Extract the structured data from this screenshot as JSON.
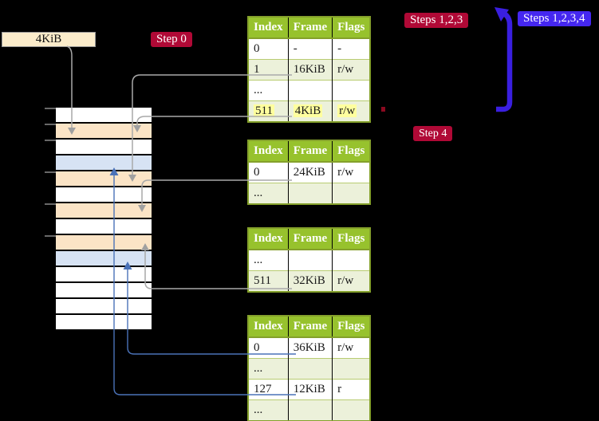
{
  "root_label": {
    "text": "4KiB"
  },
  "badges": {
    "step0": {
      "label": "Step 0",
      "color": "#b00936"
    },
    "steps123": {
      "label": "Steps 1,2,3",
      "color": "#b00936"
    },
    "steps1234": {
      "label": "Steps 1,2,3,4",
      "color": "#4527f0"
    },
    "step4": {
      "label": "Step 4",
      "color": "#b00936"
    }
  },
  "memory": {
    "rows": [
      {
        "type": "free"
      },
      {
        "type": "page-table"
      },
      {
        "type": "free"
      },
      {
        "type": "mapped"
      },
      {
        "type": "page-table"
      },
      {
        "type": "free"
      },
      {
        "type": "page-table"
      },
      {
        "type": "free"
      },
      {
        "type": "page-table"
      },
      {
        "type": "mapped"
      },
      {
        "type": "free"
      },
      {
        "type": "free"
      },
      {
        "type": "free"
      },
      {
        "type": "free"
      }
    ],
    "colors": {
      "free": "#ffffff",
      "page-table": "#fbe4c6",
      "mapped": "#d7e3f4"
    }
  },
  "tables": [
    {
      "columns": [
        "Index",
        "Frame",
        "Flags"
      ],
      "rows": [
        {
          "cells": [
            "0",
            "-",
            "-"
          ],
          "shaded": false,
          "highlight": false
        },
        {
          "cells": [
            "1",
            "16KiB",
            "r/w"
          ],
          "shaded": true,
          "highlight": false
        },
        {
          "cells": [
            "...",
            "",
            ""
          ],
          "shaded": false,
          "highlight": false
        },
        {
          "cells": [
            "511",
            "4KiB",
            "r/w"
          ],
          "shaded": true,
          "highlight": true
        }
      ]
    },
    {
      "columns": [
        "Index",
        "Frame",
        "Flags"
      ],
      "rows": [
        {
          "cells": [
            "0",
            "24KiB",
            "r/w"
          ],
          "shaded": false,
          "highlight": false
        },
        {
          "cells": [
            "...",
            "",
            ""
          ],
          "shaded": true,
          "highlight": false
        }
      ]
    },
    {
      "columns": [
        "Index",
        "Frame",
        "Flags"
      ],
      "rows": [
        {
          "cells": [
            "...",
            "",
            ""
          ],
          "shaded": false,
          "highlight": false
        },
        {
          "cells": [
            "511",
            "32KiB",
            "r/w"
          ],
          "shaded": true,
          "highlight": false
        }
      ]
    },
    {
      "columns": [
        "Index",
        "Frame",
        "Flags"
      ],
      "rows": [
        {
          "cells": [
            "0",
            "36KiB",
            "r/w"
          ],
          "shaded": false,
          "highlight": false
        },
        {
          "cells": [
            "...",
            "",
            ""
          ],
          "shaded": true,
          "highlight": false
        },
        {
          "cells": [
            "127",
            "12KiB",
            "r"
          ],
          "shaded": false,
          "highlight": false
        },
        {
          "cells": [
            "...",
            "",
            ""
          ],
          "shaded": true,
          "highlight": false
        }
      ]
    }
  ],
  "colors": {
    "connector_gray": "#a9a9a9",
    "connector_steelblue": "#4a72b8",
    "loop_arrow_blue": "#3a1fe0",
    "table_header_green": "#97c22d",
    "table_border_olive": "#84a02b",
    "highlight_yellow": "#ffff9e"
  }
}
